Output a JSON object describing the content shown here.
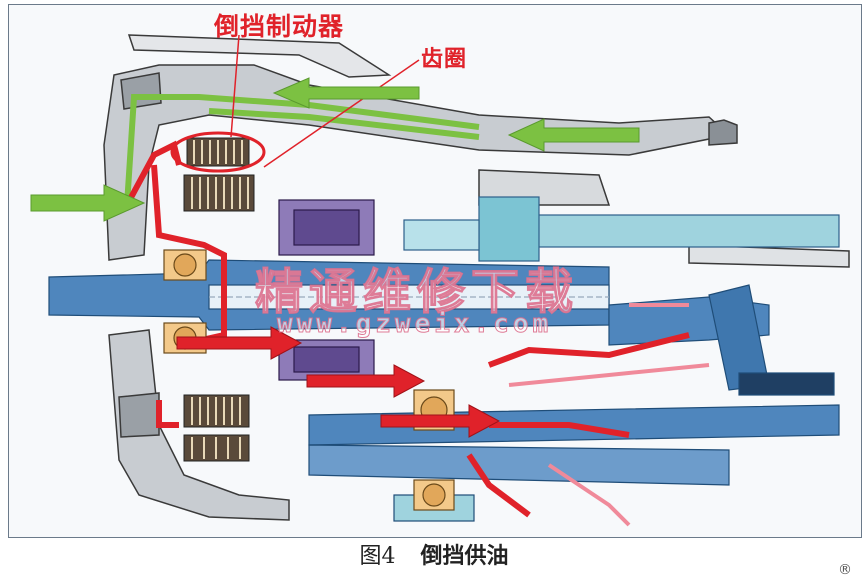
{
  "labels": {
    "reverse_brake": "倒挡制动器",
    "ring_gear": "齿圈"
  },
  "watermark": {
    "main": "精通维修下载",
    "url": "www.gzweix.com"
  },
  "caption": {
    "figure_number": "图4",
    "title": "倒挡供油"
  },
  "colors": {
    "oil_flow_arrow_green": "#7cc142",
    "oil_flow_arrow_red": "#e0222a",
    "housing_gray": "#b9bdc2",
    "shaft_blue": "#4f86bd",
    "light_blue": "#9fd3de",
    "label_red": "#e0222a"
  },
  "icons": {
    "corner": "copyright-mark-icon"
  }
}
